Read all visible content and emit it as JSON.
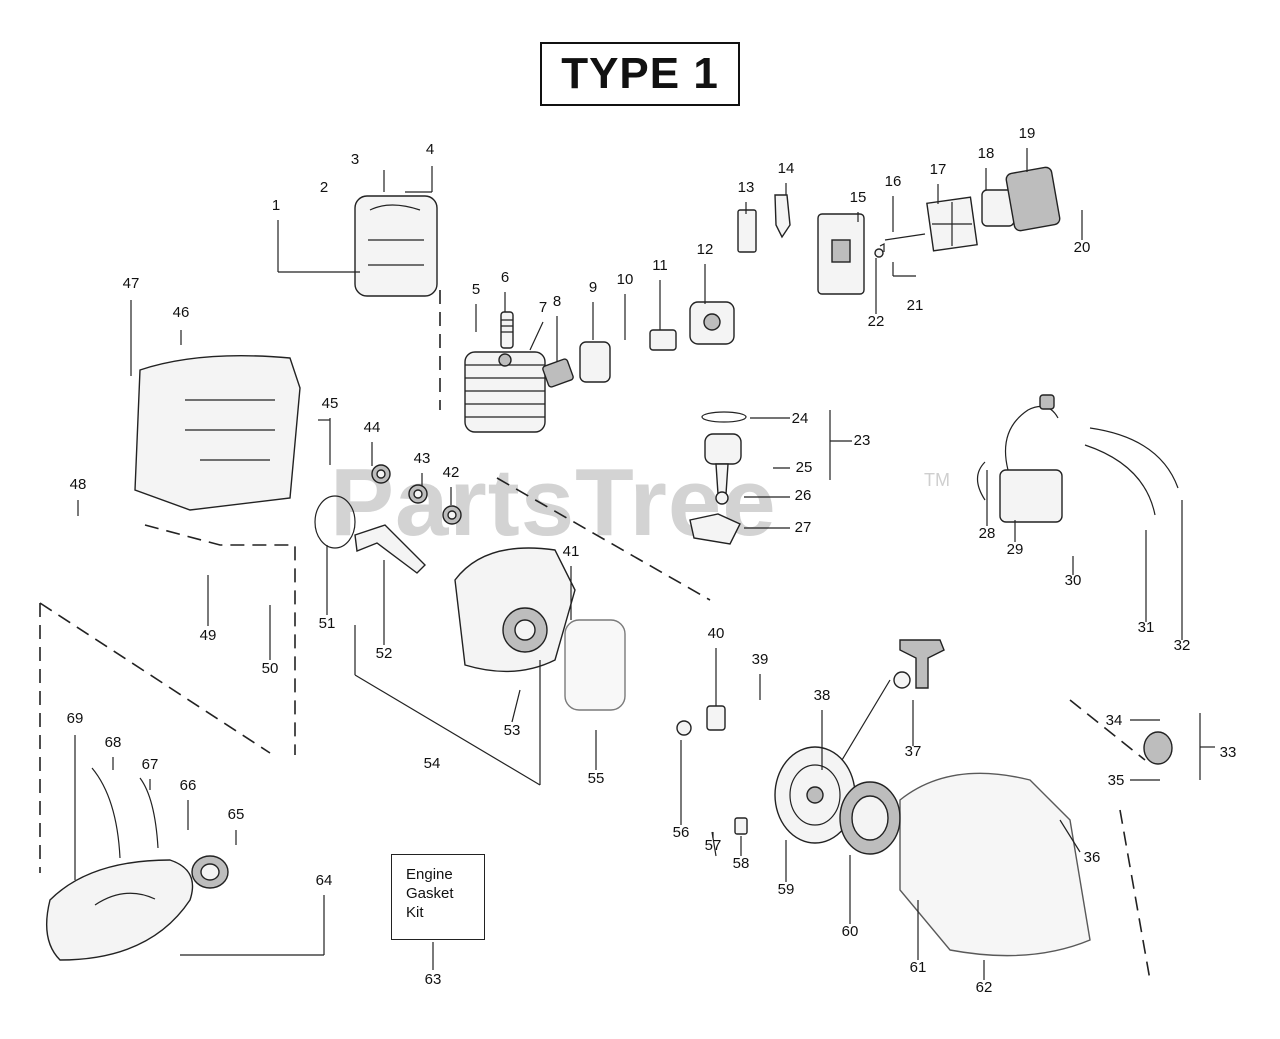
{
  "title": "TYPE 1",
  "kit_box": {
    "line1": "Engine",
    "line2": "Gasket",
    "line3": "Kit"
  },
  "watermark": {
    "text": "PartsTree",
    "tm": "TM"
  },
  "labels": [
    "1",
    "2",
    "3",
    "4",
    "5",
    "6",
    "7",
    "8",
    "9",
    "10",
    "11",
    "12",
    "13",
    "14",
    "15",
    "16",
    "17",
    "18",
    "19",
    "20",
    "21",
    "22",
    "23",
    "24",
    "25",
    "26",
    "27",
    "28",
    "29",
    "30",
    "31",
    "32",
    "33",
    "34",
    "35",
    "36",
    "37",
    "38",
    "39",
    "40",
    "41",
    "42",
    "43",
    "44",
    "45",
    "46",
    "47",
    "48",
    "49",
    "50",
    "51",
    "52",
    "53",
    "54",
    "55",
    "56",
    "57",
    "58",
    "59",
    "60",
    "61",
    "62",
    "63",
    "64",
    "65",
    "66",
    "67",
    "68",
    "69"
  ]
}
